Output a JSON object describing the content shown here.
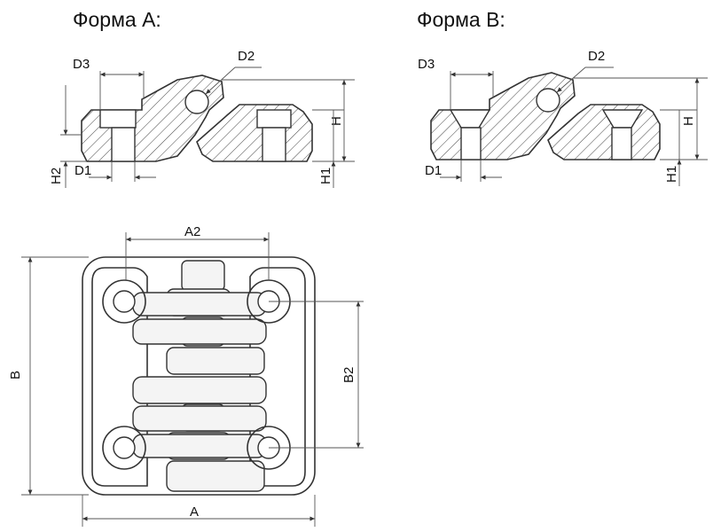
{
  "form_a": {
    "title": "Форма A:",
    "labels": {
      "d3": "D3",
      "d2": "D2",
      "h": "H",
      "h1": "H1",
      "h2": "H2",
      "d1": "D1"
    }
  },
  "form_b": {
    "title": "Форма B:",
    "labels": {
      "d3": "D3",
      "d2": "D2",
      "h": "H",
      "h1": "H1",
      "d1": "D1"
    }
  },
  "plan_view": {
    "labels": {
      "a2": "A2",
      "a": "A",
      "b": "B",
      "b2": "B2"
    }
  },
  "colors": {
    "line": "#333333",
    "background": "#ffffff"
  }
}
